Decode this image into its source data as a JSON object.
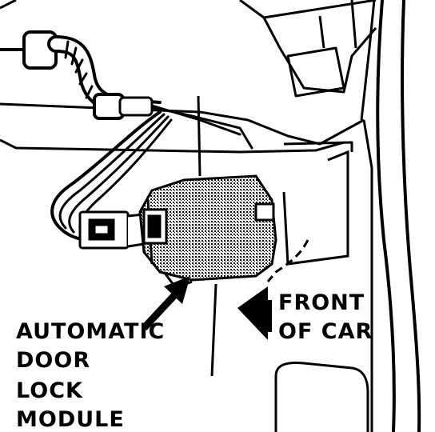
{
  "labels": {
    "module_line1": "AUTOMATIC",
    "module_line2": "DOOR",
    "module_line3": "LOCK",
    "module_line4": "MODULE",
    "front_line1": "FRONT",
    "front_line2": "OF CAR"
  },
  "colors": {
    "line": "#000000",
    "background": "#ffffff",
    "module_fill": "#9a9a9a"
  },
  "icons": [
    "arrow-to-module-icon",
    "front-of-car-arrow-icon"
  ]
}
